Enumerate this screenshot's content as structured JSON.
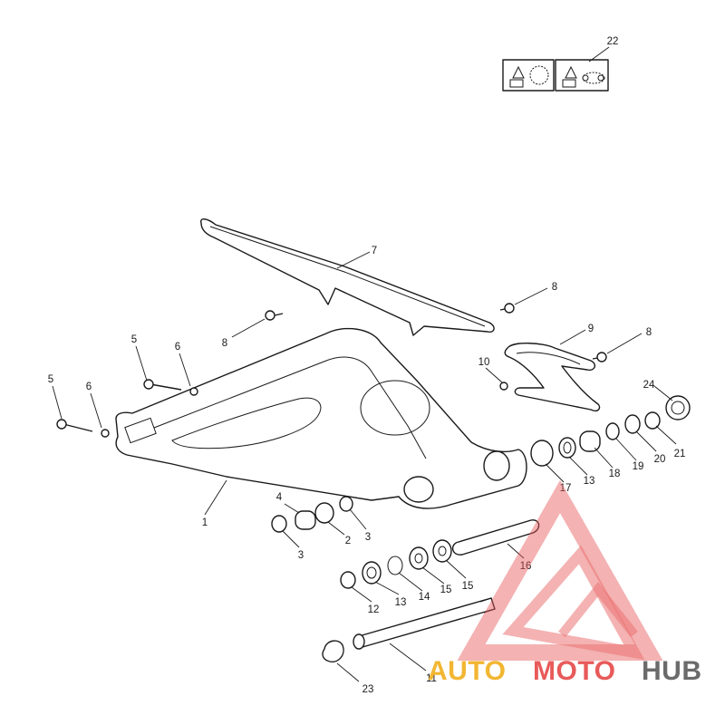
{
  "callouts": [
    {
      "id": "c22",
      "label": "22"
    },
    {
      "id": "c7",
      "label": "7"
    },
    {
      "id": "c8a",
      "label": "8"
    },
    {
      "id": "c8b",
      "label": "8"
    },
    {
      "id": "c8c",
      "label": "8"
    },
    {
      "id": "c9",
      "label": "9"
    },
    {
      "id": "c5a",
      "label": "5"
    },
    {
      "id": "c6a",
      "label": "6"
    },
    {
      "id": "c5b",
      "label": "5"
    },
    {
      "id": "c6b",
      "label": "6"
    },
    {
      "id": "c10",
      "label": "10"
    },
    {
      "id": "c24",
      "label": "24"
    },
    {
      "id": "c21",
      "label": "21"
    },
    {
      "id": "c20",
      "label": "20"
    },
    {
      "id": "c19",
      "label": "19"
    },
    {
      "id": "c18",
      "label": "18"
    },
    {
      "id": "c13a",
      "label": "13"
    },
    {
      "id": "c17",
      "label": "17"
    },
    {
      "id": "c1",
      "label": "1"
    },
    {
      "id": "c4",
      "label": "4"
    },
    {
      "id": "c2",
      "label": "2"
    },
    {
      "id": "c3a",
      "label": "3"
    },
    {
      "id": "c3b",
      "label": "3"
    },
    {
      "id": "c16",
      "label": "16"
    },
    {
      "id": "c15a",
      "label": "15"
    },
    {
      "id": "c15b",
      "label": "15"
    },
    {
      "id": "c14",
      "label": "14"
    },
    {
      "id": "c13b",
      "label": "13"
    },
    {
      "id": "c12",
      "label": "12"
    },
    {
      "id": "c11",
      "label": "11"
    },
    {
      "id": "c23",
      "label": "23"
    }
  ],
  "watermark": {
    "part1": "AUTO",
    "part2": "MOTO",
    "part3": "HUB",
    "color_gold": "#f2b632",
    "color_red": "#e85a5a",
    "color_gray": "#6b6b6b"
  }
}
